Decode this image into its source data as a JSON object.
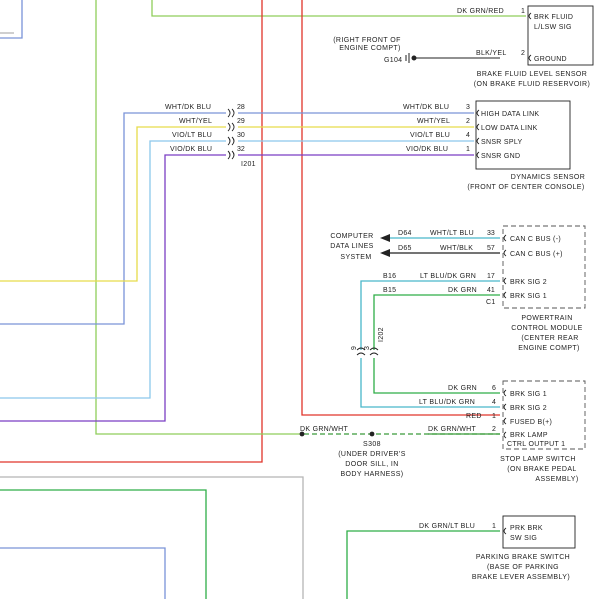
{
  "colors": {
    "red": "#e0342a",
    "light_green": "#8fce5a",
    "blue": "#7a93d8",
    "yellow": "#e6dc4a",
    "light_blue": "#8cc8ec",
    "purple": "#7b3fc4",
    "cyan": "#49b7c9",
    "green": "#2eae47",
    "dark_green": "#3a9b3a",
    "gray": "#b5b5b5",
    "black": "#222222"
  },
  "brake_fluid_sensor": {
    "wire1": "DK GRN/RED",
    "pin1": "1",
    "wire2": "BLK/YEL",
    "pin2": "2",
    "func1a": "BRK FLUID",
    "func1b": "L/LSW SIG",
    "func2": "GROUND",
    "title1": "BRAKE FLUID LEVEL SENSOR",
    "title2": "(ON BRAKE FLUID RESERVOIR)"
  },
  "ground": {
    "loc1": "(RIGHT FRONT OF",
    "loc2": "ENGINE COMPT)",
    "id": "G104"
  },
  "dynamics_sensor": {
    "left_wires": [
      {
        "color": "WHT/DK BLU",
        "pin": "28"
      },
      {
        "color": "WHT/YEL",
        "pin": "29"
      },
      {
        "color": "VIO/LT BLU",
        "pin": "30"
      },
      {
        "color": "VIO/DK BLU",
        "pin": "32"
      }
    ],
    "connector": "I201",
    "right_wires": [
      {
        "color": "WHT/DK BLU",
        "pin": "3",
        "func": "HIGH DATA LINK"
      },
      {
        "color": "WHT/YEL",
        "pin": "2",
        "func": "LOW DATA LINK"
      },
      {
        "color": "VIO/LT BLU",
        "pin": "4",
        "func": "SNSR SPLY"
      },
      {
        "color": "VIO/DK BLU",
        "pin": "1",
        "func": "SNSR GND"
      }
    ],
    "title1": "DYNAMICS SENSOR",
    "title2": "(FRONT OF CENTER CONSOLE)"
  },
  "pcm": {
    "computer1": "COMPUTER",
    "computer2": "DATA LINES",
    "computer3": "SYSTEM",
    "wires": [
      {
        "circuit": "D64",
        "color": "WHT/LT BLU",
        "pin": "33",
        "func": "CAN C BUS (-)"
      },
      {
        "circuit": "D65",
        "color": "WHT/BLK",
        "pin": "57",
        "func": "CAN C BUS (+)"
      },
      {
        "circuit": "B16",
        "color": "LT BLU/DK GRN",
        "pin": "17",
        "func": "BRK SIG 2"
      },
      {
        "circuit": "B15",
        "color": "DK GRN",
        "pin": "41",
        "func": "BRK SIG 1"
      }
    ],
    "cavity": "C1",
    "title1": "POWERTRAIN",
    "title2": "CONTROL MODULE",
    "title3": "(CENTER REAR",
    "title4": "ENGINE COMPT)"
  },
  "inline": {
    "pin_a": "9",
    "pin_b": "3",
    "connector": "I202"
  },
  "stop_lamp": {
    "wires": [
      {
        "color": "DK GRN",
        "pin": "6",
        "func": "BRK SIG 1"
      },
      {
        "color": "LT BLU/DK GRN",
        "pin": "4",
        "func": "BRK SIG 2"
      },
      {
        "color": "RED",
        "pin": "1",
        "func": "FUSED B(+)"
      },
      {
        "color": "DK GRN/WHT",
        "pin": "2",
        "func": "BRK LAMP"
      }
    ],
    "func5": "CTRL OUTPUT 1",
    "left_wire": "DK GRN/WHT",
    "title1": "STOP LAMP SWITCH",
    "title2": "(ON BRAKE PEDAL",
    "title3": "ASSEMBLY)"
  },
  "splice": {
    "id": "S308",
    "loc1": "(UNDER DRIVER'S",
    "loc2": "DOOR SILL, IN",
    "loc3": "BODY HARNESS)"
  },
  "parking_switch": {
    "color": "DK GRN/LT BLU",
    "pin": "1",
    "func1": "PRK BRK",
    "func2": "SW SIG",
    "title1": "PARKING BRAKE SWITCH",
    "title2": "(BASE OF PARKING",
    "title3": "BRAKE LEVER ASSEMBLY)"
  }
}
